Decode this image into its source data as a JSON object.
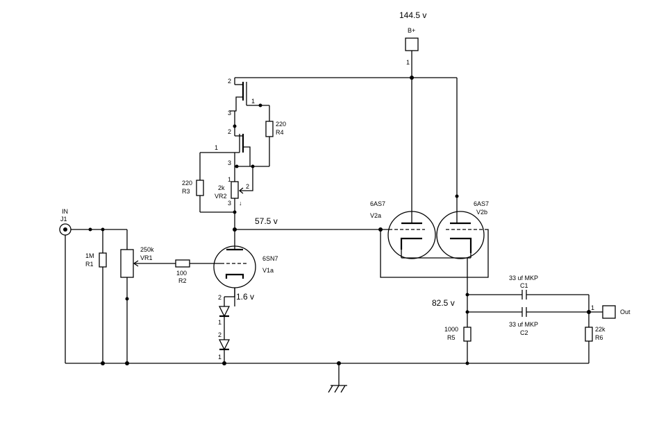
{
  "voltages": {
    "bplus": "144.5 v",
    "v1_plate": "57.5 v",
    "v1_cathode": "1.6 v",
    "v2_cathode": "82.5 v"
  },
  "connectors": {
    "bplus_label": "B+",
    "bplus_pin": "1",
    "in_label": "IN",
    "in_ref": "J1",
    "out_label": "Out",
    "out_pin": "1"
  },
  "components": {
    "r1": {
      "value": "1M",
      "ref": "R1"
    },
    "vr1": {
      "value": "250k",
      "ref": "VR1"
    },
    "r2": {
      "value": "100",
      "ref": "R2"
    },
    "r3": {
      "value": "220",
      "ref": "R3"
    },
    "r4": {
      "value": "220",
      "ref": "R4"
    },
    "vr2": {
      "value": "2k",
      "ref": "VR2",
      "pins": [
        "1",
        "2",
        "3"
      ]
    },
    "r5": {
      "value": "1000",
      "ref": "R5"
    },
    "r6": {
      "value": "22k",
      "ref": "R6"
    },
    "c1": {
      "value": "33 uf MKP",
      "ref": "C1"
    },
    "c2": {
      "value": "33 uf MKP",
      "ref": "C2"
    },
    "v1a": {
      "type": "6SN7",
      "ref": "V1a"
    },
    "v2a": {
      "type": "6AS7",
      "ref": "V2a"
    },
    "v2b": {
      "type": "6AS7",
      "ref": "V2b"
    },
    "q1": {
      "pins": [
        "2",
        "1",
        "3"
      ]
    },
    "q2": {
      "pins": [
        "2",
        "1",
        "3"
      ]
    },
    "d1": {
      "pins": [
        "2",
        "1"
      ]
    },
    "d2": {
      "pins": [
        "2",
        "1"
      ]
    }
  }
}
